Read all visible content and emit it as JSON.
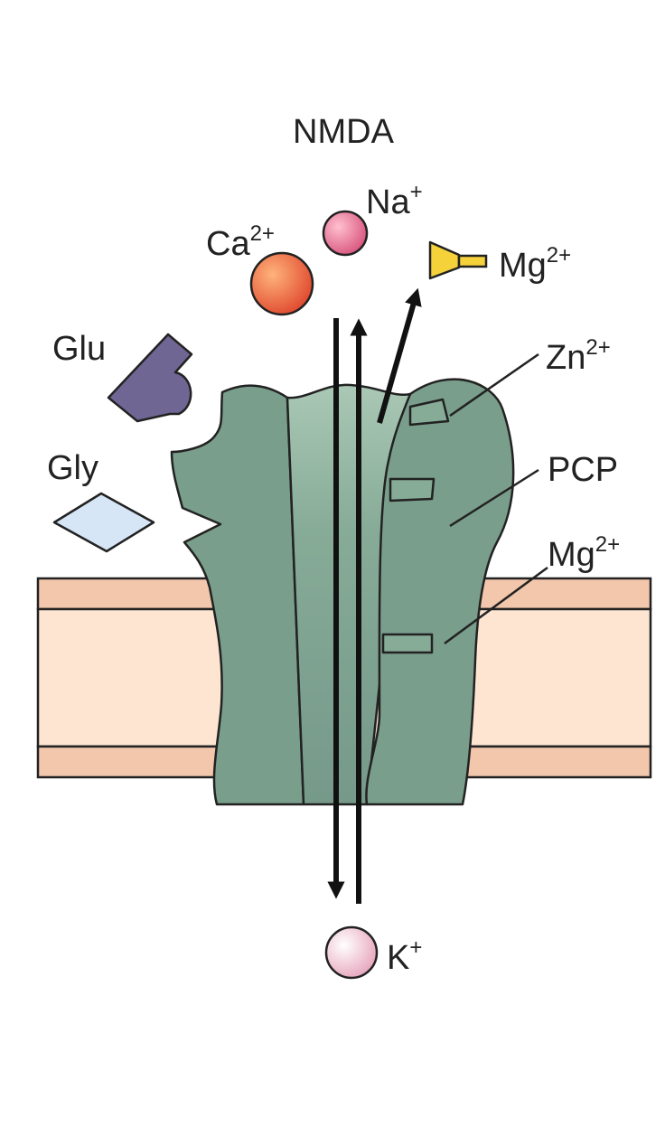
{
  "title": "NMDA",
  "ions": {
    "na": {
      "base": "Na",
      "sup": "+"
    },
    "ca": {
      "base": "Ca",
      "sup": "2+"
    },
    "mg_out": {
      "base": "Mg",
      "sup": "2+"
    },
    "k": {
      "base": "K",
      "sup": "+"
    }
  },
  "ligands": {
    "glu": "Glu",
    "gly": "Gly"
  },
  "sites": {
    "zn": {
      "base": "Zn",
      "sup": "2+"
    },
    "pcp": "PCP",
    "mg_site": {
      "base": "Mg",
      "sup": "2+"
    }
  },
  "colors": {
    "channel": "#7a9e8c",
    "membrane_outer": "#f2c7ac",
    "membrane_inner": "#fde5d2",
    "glu": "#6f6694",
    "gly": "#d6e6f6",
    "ca": "#e8593a",
    "na": "#e36b8e",
    "k": "#f0b6c8",
    "mg_blocker": "#f5d13a"
  }
}
